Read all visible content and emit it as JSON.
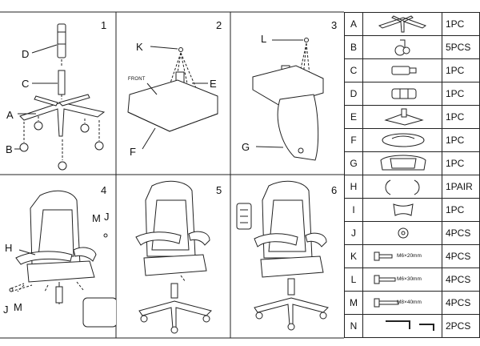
{
  "panels": [
    {
      "number": "1",
      "labels": [
        "D",
        "C",
        "A",
        "B"
      ]
    },
    {
      "number": "2",
      "labels": [
        "K",
        "E",
        "F"
      ],
      "sublabel": "FRONT"
    },
    {
      "number": "3",
      "labels": [
        "L",
        "G"
      ]
    },
    {
      "number": "4",
      "labels": [
        "M",
        "J",
        "H",
        "J",
        "M"
      ]
    },
    {
      "number": "5",
      "labels": []
    },
    {
      "number": "6",
      "labels": []
    }
  ],
  "parts": [
    {
      "letter": "A",
      "qty": "1PC",
      "icon": "star-base-icon"
    },
    {
      "letter": "B",
      "qty": "5PCS",
      "icon": "caster-wheel-icon"
    },
    {
      "letter": "C",
      "qty": "1PC",
      "icon": "gas-lift-icon"
    },
    {
      "letter": "D",
      "qty": "1PC",
      "icon": "gas-lift-cover-icon"
    },
    {
      "letter": "E",
      "qty": "1PC",
      "icon": "tilt-mechanism-icon"
    },
    {
      "letter": "F",
      "qty": "1PC",
      "icon": "seat-cushion-icon"
    },
    {
      "letter": "G",
      "qty": "1PC",
      "icon": "backrest-icon"
    },
    {
      "letter": "H",
      "qty": "1PAIR",
      "icon": "armrest-pair-icon"
    },
    {
      "letter": "I",
      "qty": "1PC",
      "icon": "pillow-icon"
    },
    {
      "letter": "J",
      "qty": "4PCS",
      "icon": "washer-icon"
    },
    {
      "letter": "K",
      "qty": "4PCS",
      "icon": "bolt-icon",
      "size": "M6×20mm"
    },
    {
      "letter": "L",
      "qty": "4PCS",
      "icon": "bolt-icon",
      "size": "M6×30mm"
    },
    {
      "letter": "M",
      "qty": "4PCS",
      "icon": "bolt-icon",
      "size": "M8×40mm"
    },
    {
      "letter": "N",
      "qty": "2PCS",
      "icon": "allen-key-icon"
    }
  ]
}
